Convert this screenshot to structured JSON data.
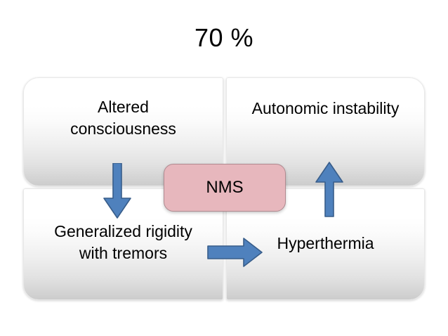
{
  "title": "70 %",
  "center": {
    "label": "NMS"
  },
  "quadrants": [
    {
      "id": "top-left",
      "label": "Altered\nconsciousness"
    },
    {
      "id": "top-right",
      "label": "Autonomic instability"
    },
    {
      "id": "bottom-left",
      "label": "Generalized rigidity\nwith tremors"
    },
    {
      "id": "bottom-right",
      "label": "Hyperthermia"
    }
  ],
  "arrows": [
    {
      "id": "arrow-down",
      "direction": "down",
      "from": "Altered consciousness",
      "to": "Generalized rigidity with tremors"
    },
    {
      "id": "arrow-up",
      "direction": "up",
      "from": "Hyperthermia",
      "to": "Autonomic instability"
    },
    {
      "id": "arrow-right",
      "direction": "right",
      "from": "Generalized rigidity with tremors",
      "to": "Hyperthermia"
    }
  ],
  "colors": {
    "center_fill": "#e7b7bd",
    "center_border": "#b08a90",
    "arrow_fill": "#4f81bd",
    "arrow_border": "#385d8a",
    "box_top": "#ffffff",
    "box_bottom": "#cccccc",
    "text": "#000000",
    "background": "#ffffff"
  }
}
